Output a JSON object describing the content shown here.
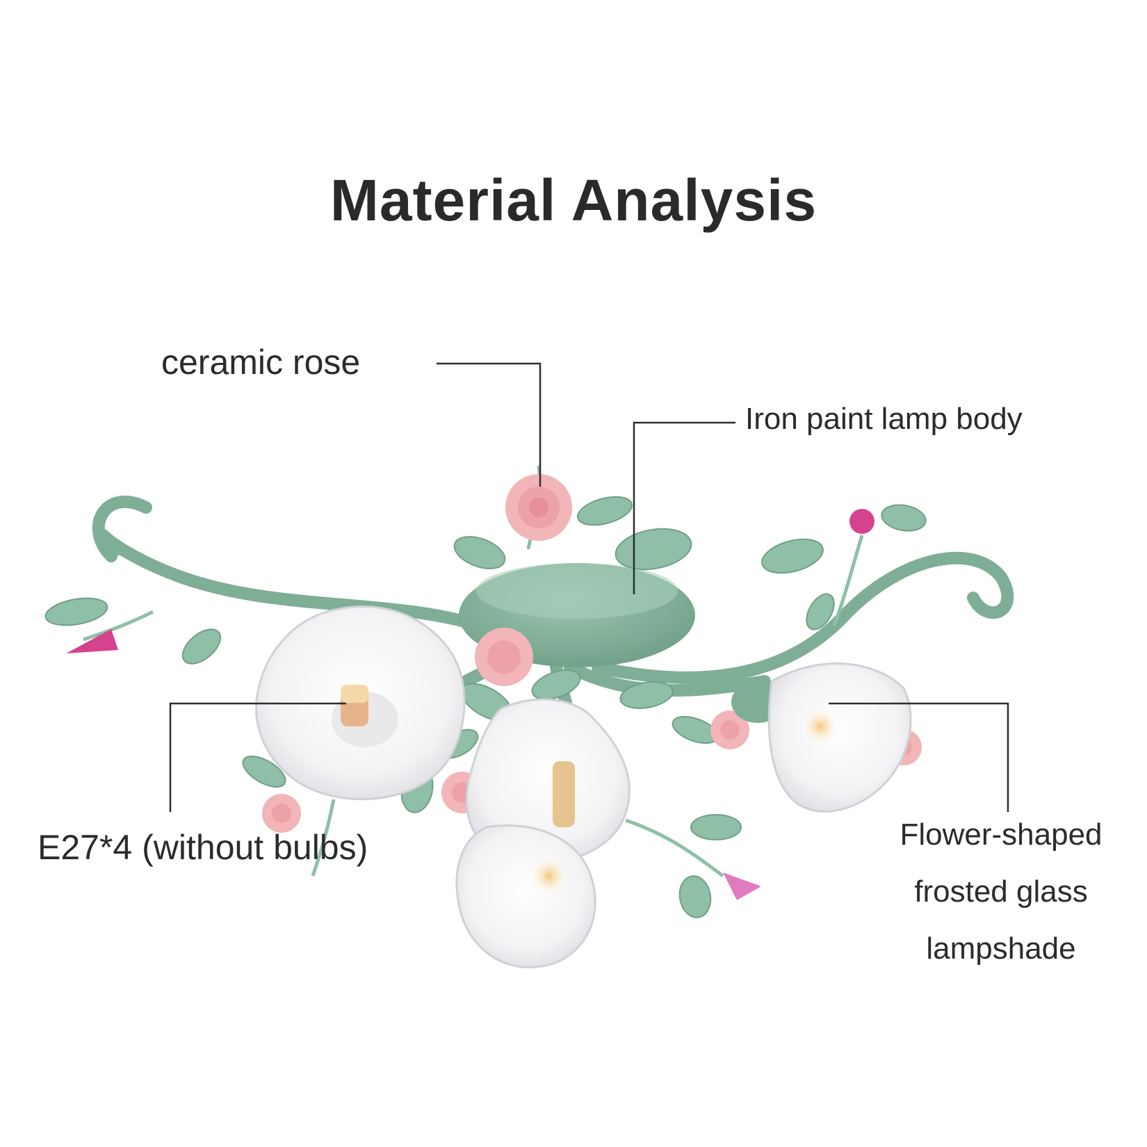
{
  "title": "Material Analysis",
  "labels": {
    "ceramic_rose": "ceramic rose",
    "lamp_body": "Iron paint lamp body",
    "sockets": "E27*4 (without bulbs)",
    "shade_line1": "Flower-shaped",
    "shade_line2": "frosted glass",
    "shade_line3": "lampshade"
  },
  "colors": {
    "background": "#ffffff",
    "text": "#2b2b2b",
    "leader_line": "#2e2e2e",
    "iron_green": "#7fae96",
    "leaf_green": "#8fbfa7",
    "rose_pink": "#f2b5b8",
    "bud_magenta": "#d6428e",
    "glass": "#f4f4f6"
  }
}
